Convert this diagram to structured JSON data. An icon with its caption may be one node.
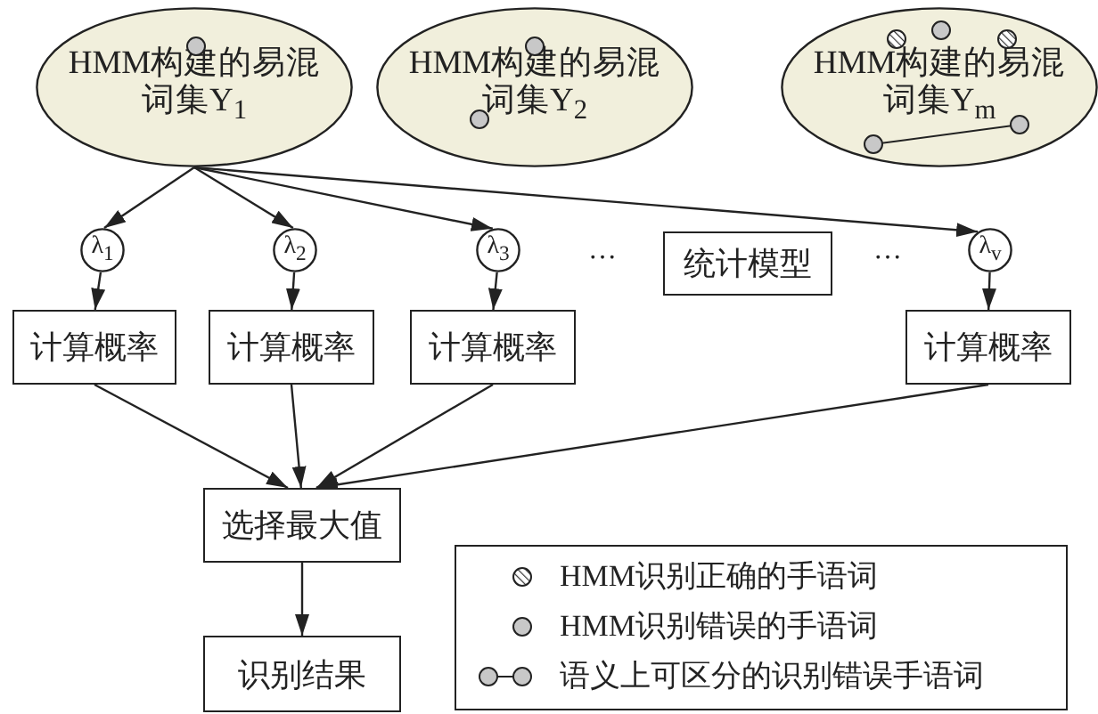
{
  "diagram": {
    "nodes": [
      {
        "text": [
          "HMM构建的易混词集Y$_{1}$"
        ]
      },
      {
        "text": [
          "HMM构建的易混词集Y$_{2}$"
        ]
      },
      {
        "text": [
          "HMM构建的易混词集Y$_{m}$"
        ]
      },
      {
        "text": [
          "λ$_{1}$"
        ]
      },
      {
        "text": [
          "λ$_{2}$"
        ]
      },
      {
        "text": [
          "λ$_{3}$"
        ]
      },
      {
        "text": [
          "λ$_{v}$"
        ]
      },
      {
        "text": [
          "统计模型"
        ]
      },
      {
        "text": [
          "计算概率"
        ]
      },
      {
        "text": [
          "计算概率"
        ]
      },
      {
        "text": [
          "计算概率"
        ]
      },
      {
        "text": [
          "计算概率"
        ]
      },
      {
        "text": [
          "选择最大值"
        ]
      },
      {
        "text": [
          "识别结果"
        ]
      }
    ],
    "edges": [
      {
        "from": 0,
        "to": 3,
        "arrow": "to"
      },
      {
        "from": 0,
        "to": 4,
        "arrow": "to"
      },
      {
        "from": 0,
        "to": 5,
        "arrow": "to"
      },
      {
        "from": 0,
        "to": 6,
        "arrow": "to"
      },
      {
        "from": 3,
        "to": 8,
        "arrow": "to"
      },
      {
        "from": 4,
        "to": 9,
        "arrow": "to"
      },
      {
        "from": 5,
        "to": 10,
        "arrow": "to"
      },
      {
        "from": 6,
        "to": 11,
        "arrow": "to"
      },
      {
        "from": 8,
        "to": 12,
        "arrow": "to"
      },
      {
        "from": 9,
        "to": 12,
        "arrow": "to"
      },
      {
        "from": 10,
        "to": 12,
        "arrow": "to"
      },
      {
        "from": 11,
        "to": 12,
        "arrow": "to"
      },
      {
        "from": 12,
        "to": 13,
        "arrow": "to"
      }
    ],
    "labels": [
      "…",
      "…"
    ],
    "legend": [
      {
        "text": "HMM识别正确的手语词"
      },
      {
        "text": "HMM识别错误的手语词"
      },
      {
        "text": "语义上可区分的识别错误手语词"
      }
    ]
  }
}
